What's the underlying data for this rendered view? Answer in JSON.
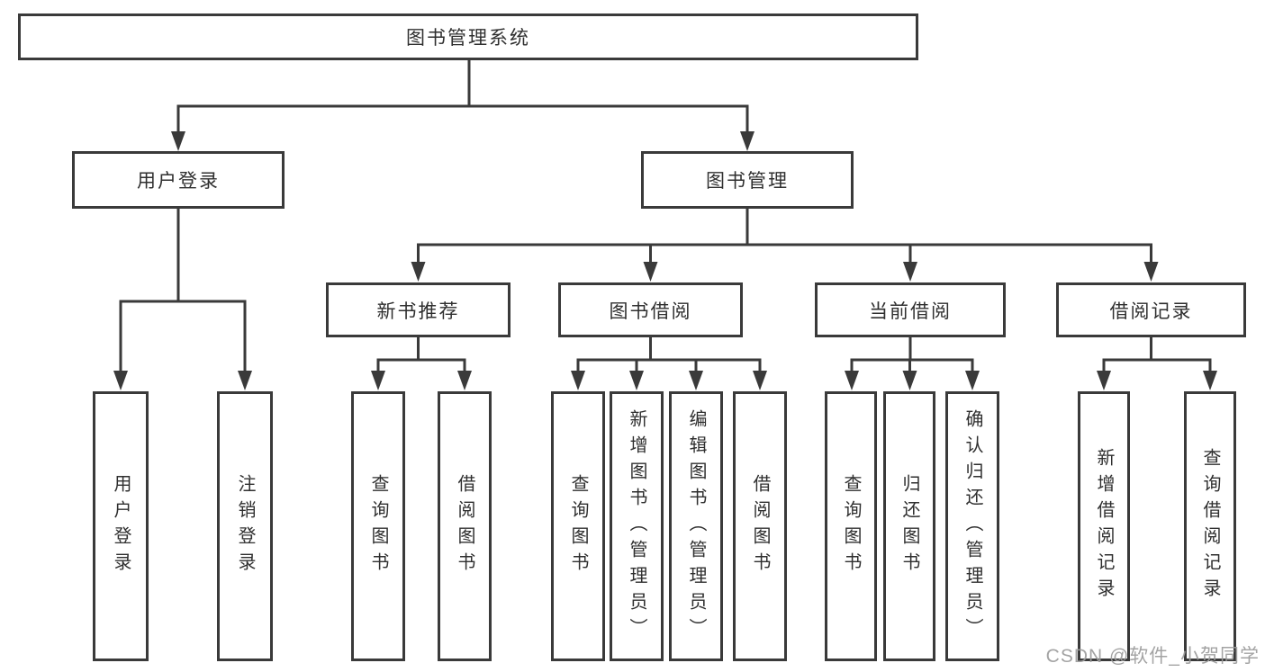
{
  "diagram": {
    "root": {
      "label": "图书管理系统"
    },
    "user": {
      "label": "用户登录",
      "children": [
        {
          "label": "用户登录"
        },
        {
          "label": "注销登录"
        }
      ]
    },
    "books": {
      "label": "图书管理",
      "groups": [
        {
          "label": "新书推荐",
          "children": [
            {
              "label": "查询图书"
            },
            {
              "label": "借阅图书"
            }
          ]
        },
        {
          "label": "图书借阅",
          "children": [
            {
              "label": "查询图书"
            },
            {
              "label": "新增图书（管理员）"
            },
            {
              "label": "编辑图书（管理员）"
            },
            {
              "label": "借阅图书"
            }
          ]
        },
        {
          "label": "当前借阅",
          "children": [
            {
              "label": "查询图书"
            },
            {
              "label": "归还图书"
            },
            {
              "label": "确认归还（管理员）"
            }
          ]
        },
        {
          "label": "借阅记录",
          "children": [
            {
              "label": "新增借阅记录"
            },
            {
              "label": "查询借阅记录"
            }
          ]
        }
      ]
    }
  },
  "watermark": "CSDN @软件_小贺同学",
  "colors": {
    "line": "#3a3a3a",
    "text": "#2f2f2f",
    "background": "#ffffff",
    "watermark": "#9c9c9c"
  }
}
